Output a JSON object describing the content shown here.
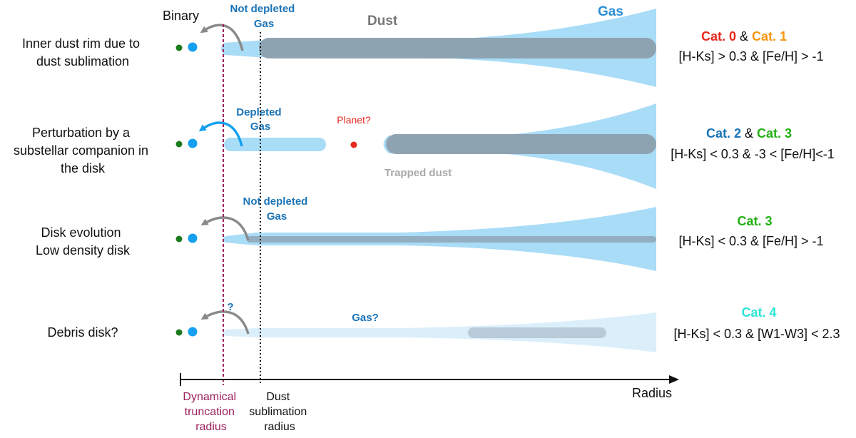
{
  "top_labels": {
    "binary": "Binary",
    "dust": "Dust",
    "gas": "Gas"
  },
  "rows": [
    {
      "description_lines": [
        "Inner dust rim due to",
        "dust sublimation"
      ],
      "gas_state_lines": [
        "Not depleted",
        "Gas"
      ],
      "category_parts": [
        {
          "text": "Cat. 0",
          "color": "#e8281e",
          "bold": true
        },
        {
          "text": " & ",
          "color": "#111111",
          "bold": false
        },
        {
          "text": "Cat. 1",
          "color": "#f5960e",
          "bold": true
        }
      ],
      "criteria": "[H-Ks] > 0.3 & [Fe/H] > -1"
    },
    {
      "description_lines": [
        "Perturbation by a",
        "substellar companion in",
        "the disk"
      ],
      "gas_state_lines": [
        "Depleted",
        "Gas"
      ],
      "planet_label": "Planet?",
      "trapped_label": "Trapped dust",
      "category_parts": [
        {
          "text": "Cat. 2",
          "color": "#1a74b8",
          "bold": true
        },
        {
          "text": " & ",
          "color": "#111111",
          "bold": false
        },
        {
          "text": "Cat. 3",
          "color": "#22b014",
          "bold": true
        }
      ],
      "criteria": "[H-Ks] < 0.3 & -3 < [Fe/H]<-1"
    },
    {
      "description_lines": [
        "Disk evolution",
        "Low density disk"
      ],
      "gas_state_lines": [
        "Not depleted",
        "Gas"
      ],
      "category_parts": [
        {
          "text": "Cat. 3",
          "color": "#22b014",
          "bold": true
        }
      ],
      "criteria": "[H-Ks] < 0.3 & [Fe/H] > -1"
    },
    {
      "description_lines": [
        "Debris disk?"
      ],
      "question_mark": "?",
      "gas_label": "Gas?",
      "category_parts": [
        {
          "text": "Cat. 4",
          "color": "#2ee3d6",
          "bold": true
        }
      ],
      "criteria": "[H-Ks] < 0.3 & [W1-W3] < 2.3"
    }
  ],
  "axis": {
    "label": "Radius",
    "truncation_label_lines": [
      "Dynamical",
      "truncation",
      "radius"
    ],
    "sublimation_label_lines": [
      "Dust",
      "sublimation",
      "radius"
    ]
  },
  "colors": {
    "gas_fill": "#a9dcf7",
    "gas_fill_light": "#dbeffb",
    "dust_fill": "#8c9fae",
    "star_green": "#1b7a1b",
    "star_blue": "#14a0ef",
    "truncation_line": "#9c1f5d",
    "label_blue": "#1a74b8",
    "planet_red": "#e8281e",
    "arrow_gray": "#8a8a8a"
  }
}
